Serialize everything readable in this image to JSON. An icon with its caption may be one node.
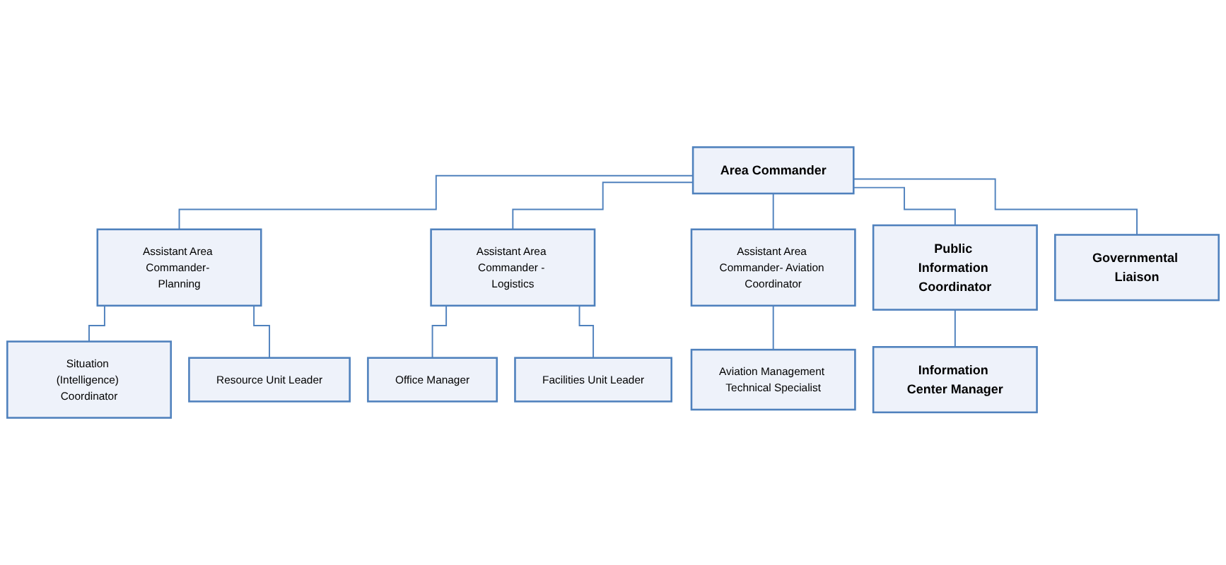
{
  "diagram": {
    "nodes": [
      {
        "text": [
          "Area Commander"
        ]
      },
      {
        "text": [
          "Assistant Area Commander- Planning"
        ]
      },
      {
        "text": [
          "Assistant Area Commander - Logistics"
        ]
      },
      {
        "text": [
          "Assistant Area Commander- Aviation Coordinator"
        ]
      },
      {
        "text": [
          "Public Information Coordinator"
        ]
      },
      {
        "text": [
          "Governmental Liaison"
        ]
      },
      {
        "text": [
          "Situation (Intelligence) Coordinator"
        ]
      },
      {
        "text": [
          "Resource Unit Leader"
        ]
      },
      {
        "text": [
          "Office Manager"
        ]
      },
      {
        "text": [
          "Facilities Unit Leader"
        ]
      },
      {
        "text": [
          "Aviation Management Technical Specialist"
        ]
      },
      {
        "text": [
          "Information Center Manager"
        ]
      }
    ],
    "edges": [
      {
        "from": 0,
        "to": 1,
        "arrow": "none"
      },
      {
        "from": 0,
        "to": 2,
        "arrow": "none"
      },
      {
        "from": 0,
        "to": 3,
        "arrow": "none"
      },
      {
        "from": 0,
        "to": 4,
        "arrow": "none"
      },
      {
        "from": 0,
        "to": 5,
        "arrow": "none"
      },
      {
        "from": 1,
        "to": 6,
        "arrow": "none"
      },
      {
        "from": 1,
        "to": 7,
        "arrow": "none"
      },
      {
        "from": 2,
        "to": 8,
        "arrow": "none"
      },
      {
        "from": 2,
        "to": 9,
        "arrow": "none"
      },
      {
        "from": 3,
        "to": 10,
        "arrow": "none"
      },
      {
        "from": 4,
        "to": 11,
        "arrow": "none"
      }
    ]
  }
}
